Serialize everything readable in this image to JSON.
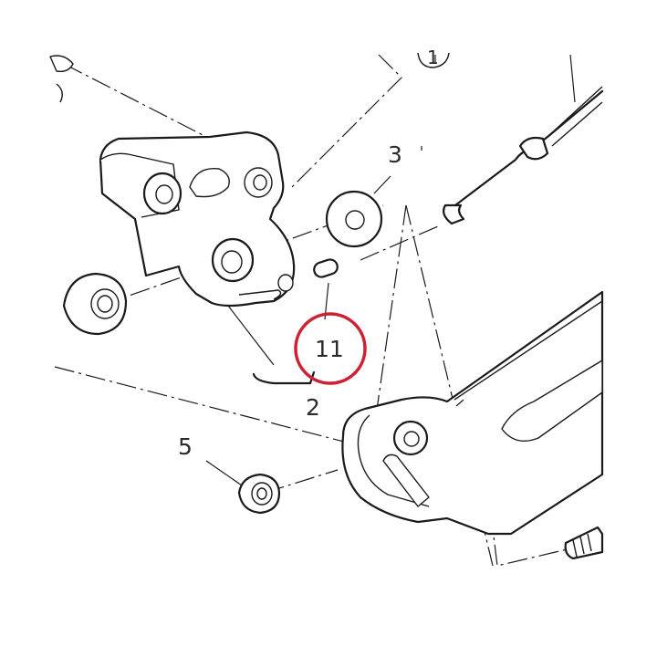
{
  "callouts": {
    "one": "1",
    "two": "2",
    "three": "3",
    "five": "5",
    "eleven": "11"
  },
  "colors": {
    "ink": "#1a1a1a",
    "highlight": "#cc2233",
    "background": "#ffffff"
  }
}
